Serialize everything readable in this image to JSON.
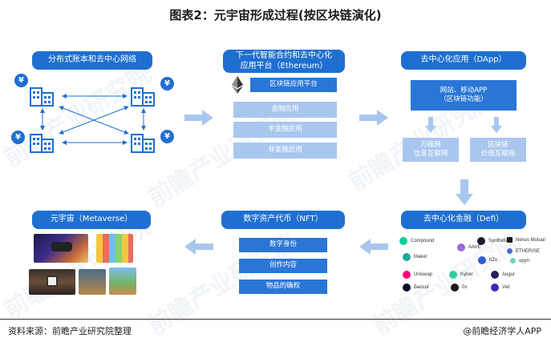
{
  "title": "图表2：元宇宙形成过程(按区块链演化)",
  "stage1": {
    "label": "分布式账本和去中心网络",
    "currency_symbol": "¥"
  },
  "stage2": {
    "label_line1": "下一代智能合约和去中心化",
    "label_line2": "应用平台（Ethereum）",
    "platform": "区块链应用平台",
    "items": [
      "金融应用",
      "半金融应用",
      "非金融应用"
    ]
  },
  "stage3": {
    "label": "去中心化应用（DApp）",
    "top_line1": "网站、移动APP",
    "top_line2": "（区块链功能）",
    "left_line1": "万维网",
    "left_line2": "信息互联网",
    "right_line1": "区块链",
    "right_line2": "价值互联网"
  },
  "stage4": {
    "label": "去中心化金融（Defi）",
    "logos": [
      {
        "name": "Compound",
        "color": "#00d395"
      },
      {
        "name": "AAVE",
        "color": "#9b6bd6"
      },
      {
        "name": "Synthetix",
        "color": "#1e1a31"
      },
      {
        "name": "Nexus Mutual",
        "color": "#1a1a1a"
      },
      {
        "name": "Maker",
        "color": "#1aab9b"
      },
      {
        "name": "ETHERISE",
        "color": "#4a6fd1"
      },
      {
        "name": "bZx",
        "color": "#2e5cd6"
      },
      {
        "name": "opyn",
        "color": "#6fd1c7"
      },
      {
        "name": "Uniswap",
        "color": "#ff007a"
      },
      {
        "name": "Augur",
        "color": "#2b1e5e"
      },
      {
        "name": "Bancor",
        "color": "#000d2b"
      },
      {
        "name": "Kyber",
        "color": "#31cb9e"
      },
      {
        "name": "0x",
        "color": "#231815"
      },
      {
        "name": "Veil",
        "color": "#3b2bb5"
      }
    ]
  },
  "stage5": {
    "label": "数字资产代币（NFT）",
    "items": [
      "数字身份",
      "创作内容",
      "物品的确权"
    ]
  },
  "stage6": {
    "label": "元宇宙（Metaverse）"
  },
  "footer": {
    "source": "资料来源：前瞻产业研究院整理",
    "brand": "@前瞻经济学人APP"
  },
  "watermark": "前瞻产业研究院",
  "colors": {
    "primary": "#1f6fd1",
    "light": "#a9c7ee",
    "arrow": "#a9c7ee"
  }
}
